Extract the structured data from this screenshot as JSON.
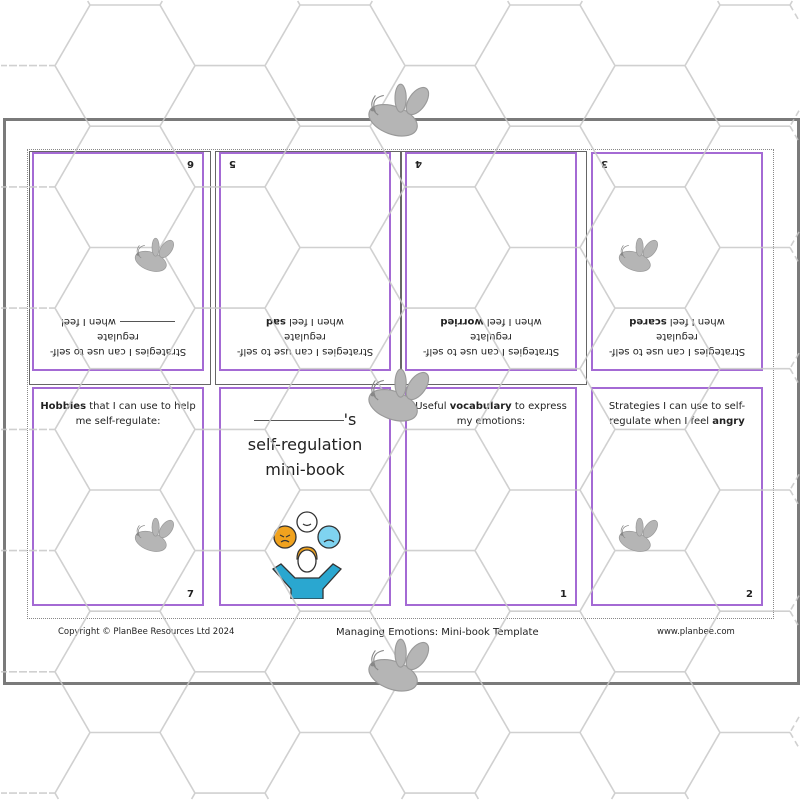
{
  "colors": {
    "card_border": "#a46ad4",
    "frame": "#7a7a7a",
    "bee": "#b5b5b5",
    "hex_lines": "#c8c8c8",
    "angry": "#f0a21e",
    "sad": "#7fd3f0",
    "body": "#2aa7d0"
  },
  "cards_top": [
    {
      "number": "6",
      "line1": "Strategies I can use to self-regulate",
      "line2": "when I feel",
      "emotion": ""
    },
    {
      "number": "5",
      "line1": "Strategies I can use to self-regulate",
      "line2": "when I feel",
      "emotion": "sad"
    },
    {
      "number": "4",
      "line1": "Strategies I can use to self-regulate",
      "line2": "when I feel",
      "emotion": "worried"
    },
    {
      "number": "3",
      "line1": "Strategies I can use to self-regulate",
      "line2": "when I feel",
      "emotion": "scared"
    }
  ],
  "card7": {
    "bold": "Hobbies",
    "rest": " that I can use to help me self-regulate:",
    "number": "7"
  },
  "cover": {
    "suffix": "'s",
    "line1": "self-regulation",
    "line2": "mini-book"
  },
  "card1": {
    "pre": "Useful ",
    "bold": "vocabulary",
    "rest": " to express my emotions:",
    "number": "1"
  },
  "card2": {
    "pre": "Strategies I can use to self-regulate when I feel ",
    "bold": "angry",
    "number": "2"
  },
  "footer": {
    "copyright": "Copyright © PlanBee Resources Ltd 2024",
    "title": "Managing Emotions: Mini-book Template",
    "website": "www.planbee.com"
  },
  "icons": {
    "bee": "bee-icon",
    "emotions": "juggling-emotions-icon"
  }
}
